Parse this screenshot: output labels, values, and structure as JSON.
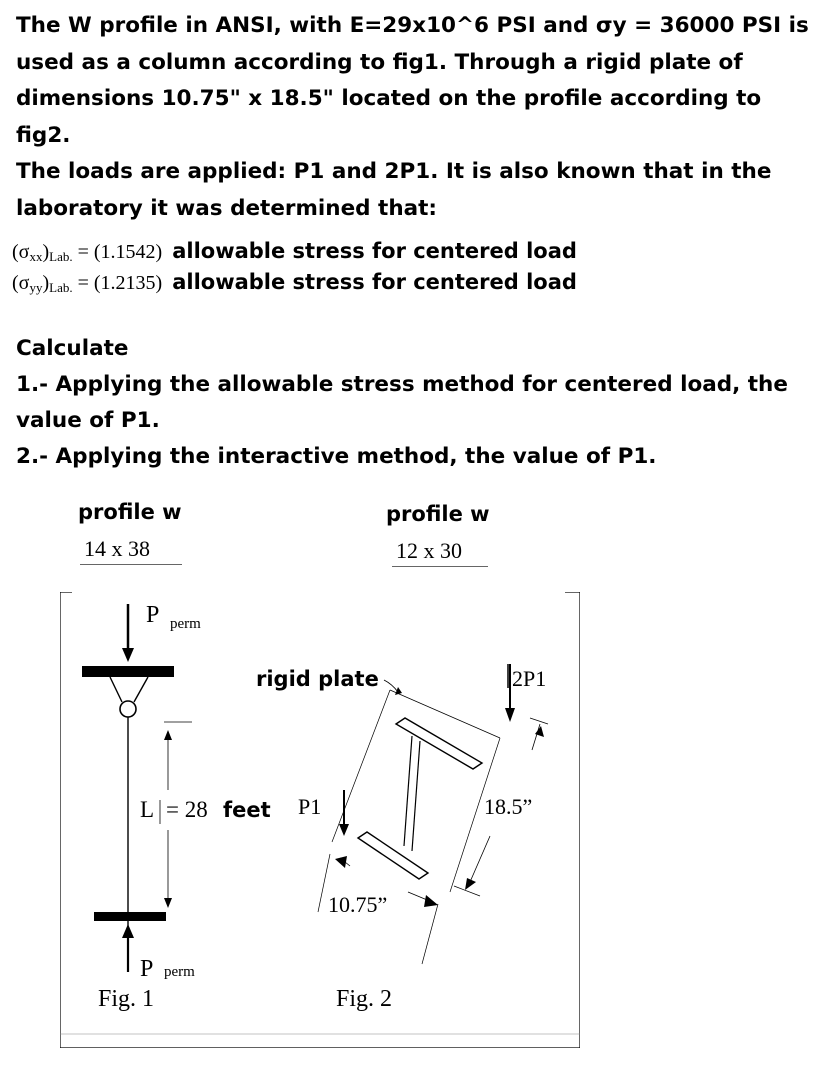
{
  "problem": {
    "paragraph1": "The W profile in ANSI, with E=29x10^6 PSI and σy = 36000 PSI is used as a column according to fig1. Through a rigid plate of dimensions 10.75\" x 18.5\" located on the profile according to fig2.",
    "paragraph2": "The loads are applied: P1 and 2P1. It is also known that in the laboratory it was determined that:"
  },
  "lab_values": [
    {
      "symbol": "(σ",
      "sub": "xx",
      "close": ")",
      "sub2": "Lab.",
      "eq": " = (1.1542)",
      "text": "allowable stress for centered load"
    },
    {
      "symbol": "(σ",
      "sub": "yy",
      "close": ")",
      "sub2": "Lab.",
      "eq": " = (1.2135)",
      "text": "allowable stress for centered load"
    }
  ],
  "calculate": {
    "heading": "Calculate",
    "item1": "1.- Applying the allowable stress method for centered load, the value of P1.",
    "item2": "2.- Applying the interactive method, the value of P1."
  },
  "profiles": [
    {
      "title": "profile w",
      "size": "14 x 38"
    },
    {
      "title": "profile w",
      "size": "12 x 30"
    }
  ],
  "figure": {
    "p_perm_top": "P",
    "perm_top": "perm",
    "p_perm_bottom": "P",
    "perm_bottom": "perm",
    "length_label": "L",
    "length_value": "= 28",
    "length_unit": "feet",
    "fig1_caption": "Fig. 1",
    "rigid_plate_label": "rigid plate",
    "load_p1": "P1",
    "load_2p1": "2P1",
    "dim_height": "18.5”",
    "dim_width": "10.75”",
    "fig2_caption": "Fig. 2"
  }
}
